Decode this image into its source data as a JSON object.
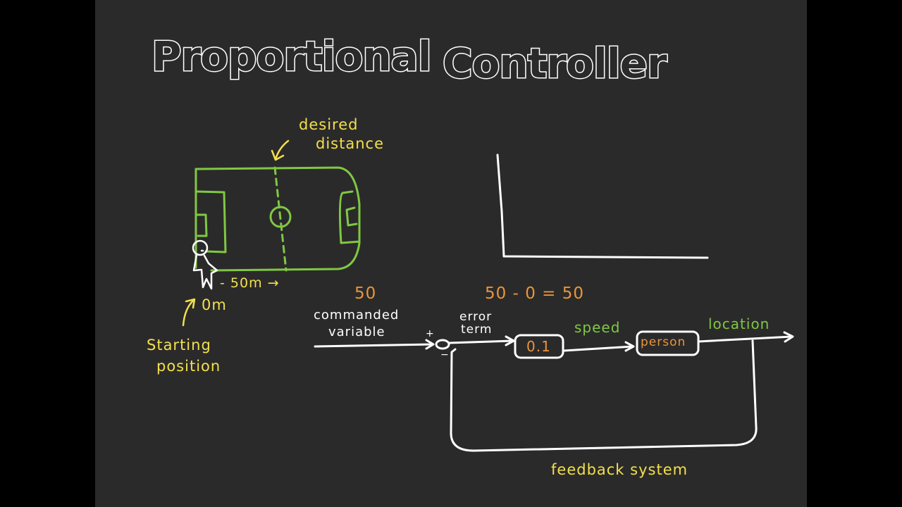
{
  "title": {
    "word1": "Proportional",
    "word2": "Controller"
  },
  "field": {
    "desired_line1": "desired",
    "desired_line2": "distance",
    "distance": "- 50m →",
    "start_value": "0m",
    "start_line1": "Starting",
    "start_line2": "position"
  },
  "block": {
    "commanded_value": "50",
    "commanded_line1": "commanded",
    "commanded_line2": "variable",
    "plus_sign": "+",
    "minus_sign": "−",
    "error_calc": "50 - 0 = 50",
    "error_line1": "error",
    "error_line2": "term",
    "gain": "0.1",
    "speed": "speed",
    "plant": "person",
    "location": "location",
    "feedback": "feedback system"
  },
  "colors": {
    "board": "#2b2a2a",
    "white_ink": "#ffffff",
    "yellow_ink": "#f1e04c",
    "orange_ink": "#e8963a",
    "green_ink": "#7fc843"
  }
}
